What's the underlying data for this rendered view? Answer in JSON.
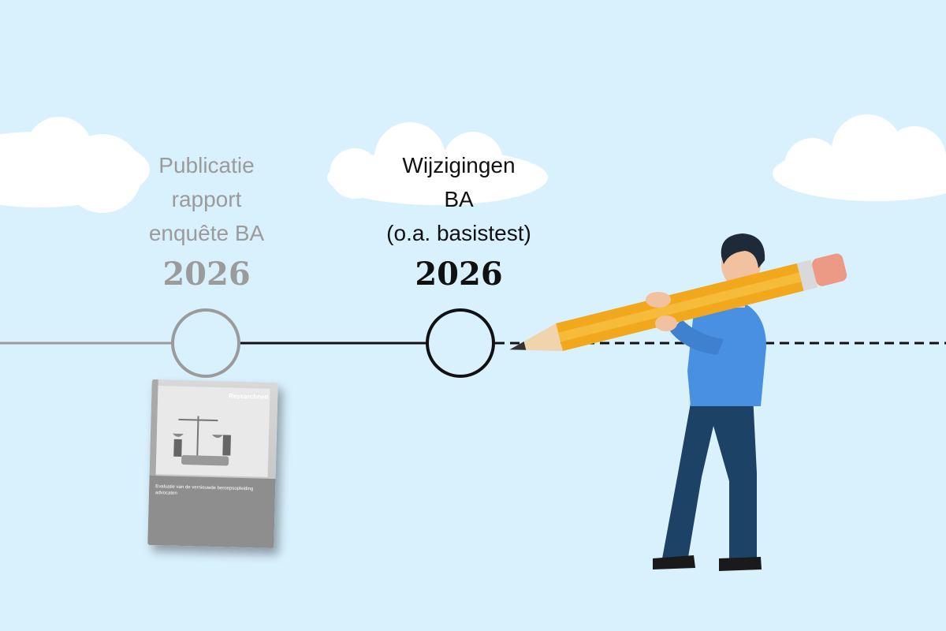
{
  "milestones": [
    {
      "lines": [
        "Publicatie",
        "rapport",
        "enquête BA"
      ],
      "year": "2026",
      "state": "past"
    },
    {
      "lines": [
        "Wijzigingen",
        "BA",
        "(o.a. basistest)"
      ],
      "year": "2026",
      "state": "current"
    }
  ],
  "book": {
    "brand": "Researchned",
    "title": "Evaluatie van de vernieuwde beroepsopleiding advocaten"
  },
  "colors": {
    "sky": "#d9f0fd",
    "past": "#9b9b9b",
    "current": "#111111",
    "pencil": "#f2a81d",
    "shirt": "#4a90e2",
    "pants": "#1c4266"
  }
}
